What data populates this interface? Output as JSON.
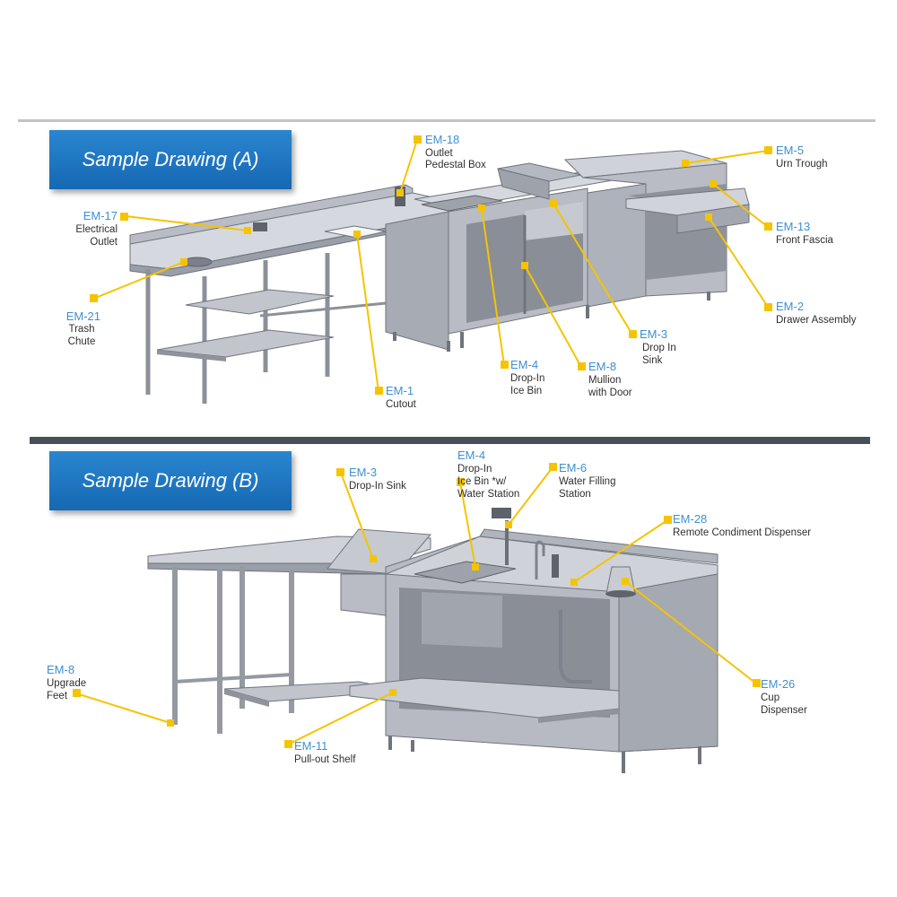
{
  "drawing_a": {
    "title": "Sample Drawing (A)",
    "callouts": [
      {
        "id": "em18",
        "code": "EM-18",
        "lines": [
          "Outlet",
          "Pedestal Box"
        ]
      },
      {
        "id": "em5",
        "code": "EM-5",
        "lines": [
          "Urn Trough"
        ]
      },
      {
        "id": "em17",
        "code": "EM-17",
        "lines": [
          "Electrical",
          "Outlet"
        ]
      },
      {
        "id": "em13",
        "code": "EM-13",
        "lines": [
          "Front Fascia"
        ]
      },
      {
        "id": "em2",
        "code": "EM-2",
        "lines": [
          "Drawer Assembly"
        ]
      },
      {
        "id": "em21",
        "code": "EM-21",
        "lines": [
          "Trash",
          "Chute"
        ]
      },
      {
        "id": "em3",
        "code": "EM-3",
        "lines": [
          "Drop In",
          "Sink"
        ]
      },
      {
        "id": "em4",
        "code": "EM-4",
        "lines": [
          "Drop-In",
          "Ice Bin"
        ]
      },
      {
        "id": "em8",
        "code": "EM-8",
        "lines": [
          "Mullion",
          "with Door"
        ]
      },
      {
        "id": "em1",
        "code": "EM-1",
        "lines": [
          "Cutout"
        ]
      }
    ]
  },
  "drawing_b": {
    "title": "Sample Drawing (B)",
    "callouts": [
      {
        "id": "em3",
        "code": "EM-3",
        "lines": [
          "Drop-In Sink"
        ]
      },
      {
        "id": "em4",
        "code": "EM-4",
        "lines": [
          "Drop-In",
          "Ice Bin *w/",
          "Water Station"
        ]
      },
      {
        "id": "em6",
        "code": "EM-6",
        "lines": [
          "Water Filling",
          "Station"
        ]
      },
      {
        "id": "em28",
        "code": "EM-28",
        "lines": [
          "Remote Condiment Dispenser"
        ]
      },
      {
        "id": "em8",
        "code": "EM-8",
        "lines": [
          "Upgrade",
          "Feet"
        ]
      },
      {
        "id": "em26",
        "code": "EM-26",
        "lines": [
          "Cup",
          "Dispenser"
        ]
      },
      {
        "id": "em11",
        "code": "EM-11",
        "lines": [
          "Pull-out Shelf"
        ]
      }
    ]
  },
  "colors": {
    "banner": "#1f78c4",
    "code_text": "#3f8fd2",
    "leader": "#f5c400",
    "steel_light": "#c9ccd3",
    "steel_mid": "#a9adb6",
    "steel_dark": "#7d828c",
    "divider_a": "#bfbfbf",
    "divider_b": "#46505a"
  }
}
